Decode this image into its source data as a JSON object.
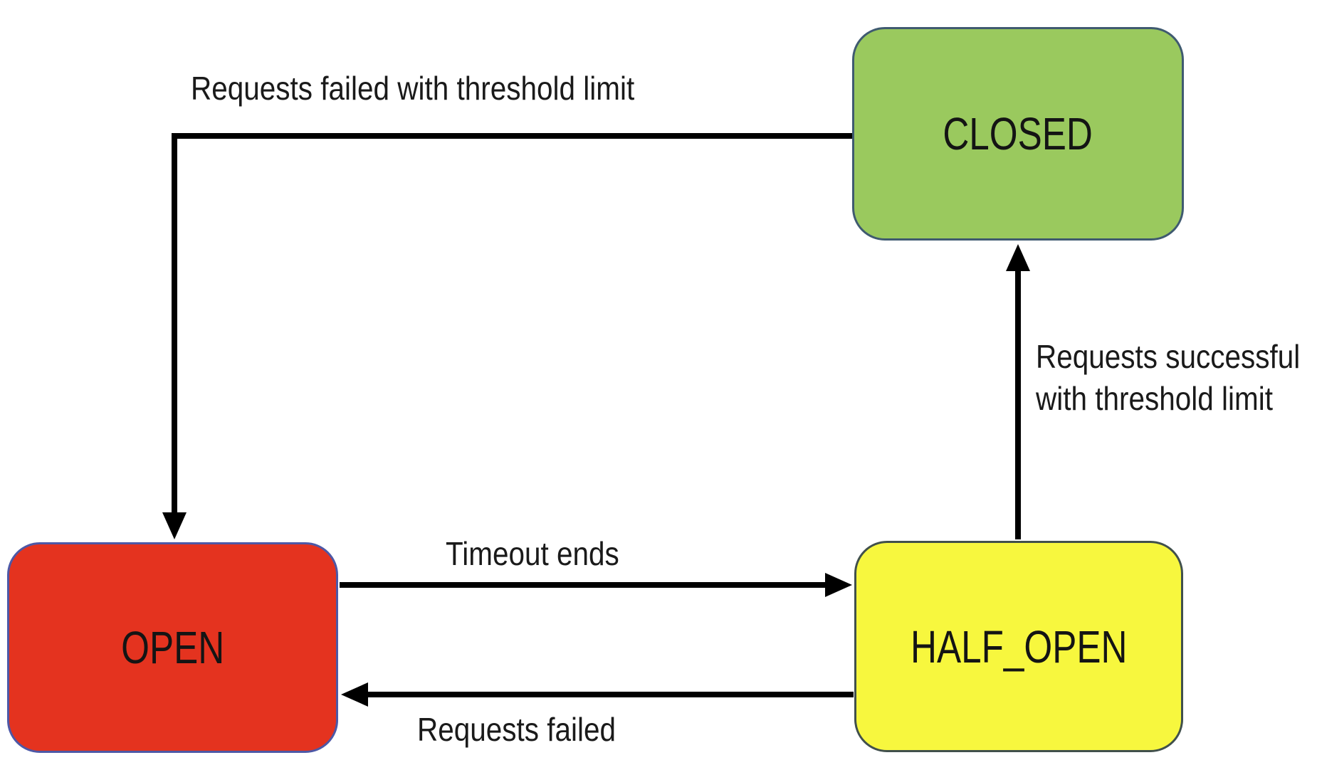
{
  "diagram": {
    "background": "#ffffff",
    "arrow_color": "#000000",
    "text_color": "#1a1a1a",
    "states": [
      {
        "id": "closed",
        "label": "CLOSED",
        "fill": "#9ac95e",
        "border": "#3f5a70"
      },
      {
        "id": "open",
        "label": "OPEN",
        "fill": "#e4331f",
        "border": "#4d58a6"
      },
      {
        "id": "half_open",
        "label": "HALF_OPEN",
        "fill": "#f7f73e",
        "border": "#41504c"
      }
    ],
    "transitions": [
      {
        "from": "CLOSED",
        "to": "OPEN",
        "label": "Requests failed with threshold limit"
      },
      {
        "from": "OPEN",
        "to": "HALF_OPEN",
        "label": "Timeout ends"
      },
      {
        "from": "HALF_OPEN",
        "to": "OPEN",
        "label": "Requests failed"
      },
      {
        "from": "HALF_OPEN",
        "to": "CLOSED",
        "label": "Requests successful with threshold limit"
      }
    ]
  }
}
